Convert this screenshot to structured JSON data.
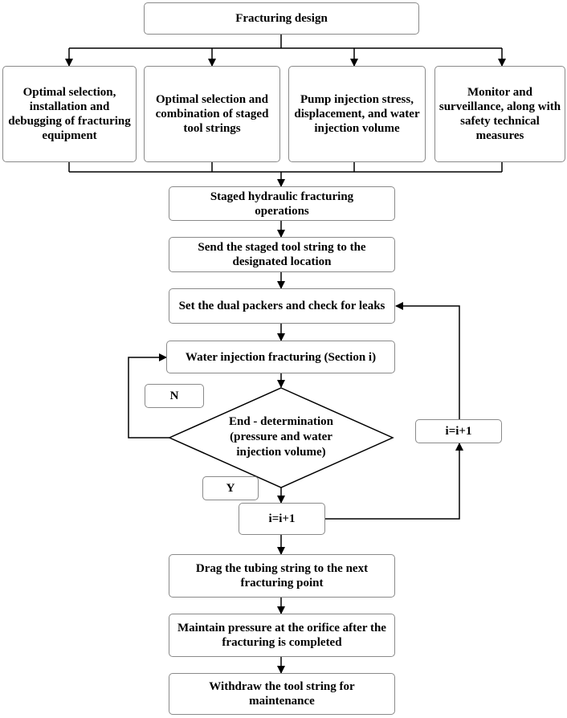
{
  "nodes": {
    "fracturing_design": "Fracturing design",
    "equipment": "Optimal selection, installation and debugging of fracturing equipment",
    "tool_strings": "Optimal selection and combination of staged tool strings",
    "pump_injection": "Pump injection stress, displacement, and water injection volume",
    "monitor": "Monitor and surveillance, along with safety technical measures",
    "staged_operations": "Staged hydraulic fracturing operations",
    "send_tool": "Send the staged tool string to the designated location",
    "set_packers": "Set the dual packers and check for leaks",
    "water_injection": "Water injection fracturing (Section i)",
    "label_n": "N",
    "end_determination": "End - determination (pressure and water injection volume)",
    "label_y": "Y",
    "increment_bottom": "i=i+1",
    "increment_right": "i=i+1",
    "drag_tubing": "Drag the tubing string to the next fracturing point",
    "maintain_pressure": "Maintain pressure at the orifice after the fracturing is completed",
    "withdraw_tool": "Withdraw the tool string for maintenance"
  }
}
